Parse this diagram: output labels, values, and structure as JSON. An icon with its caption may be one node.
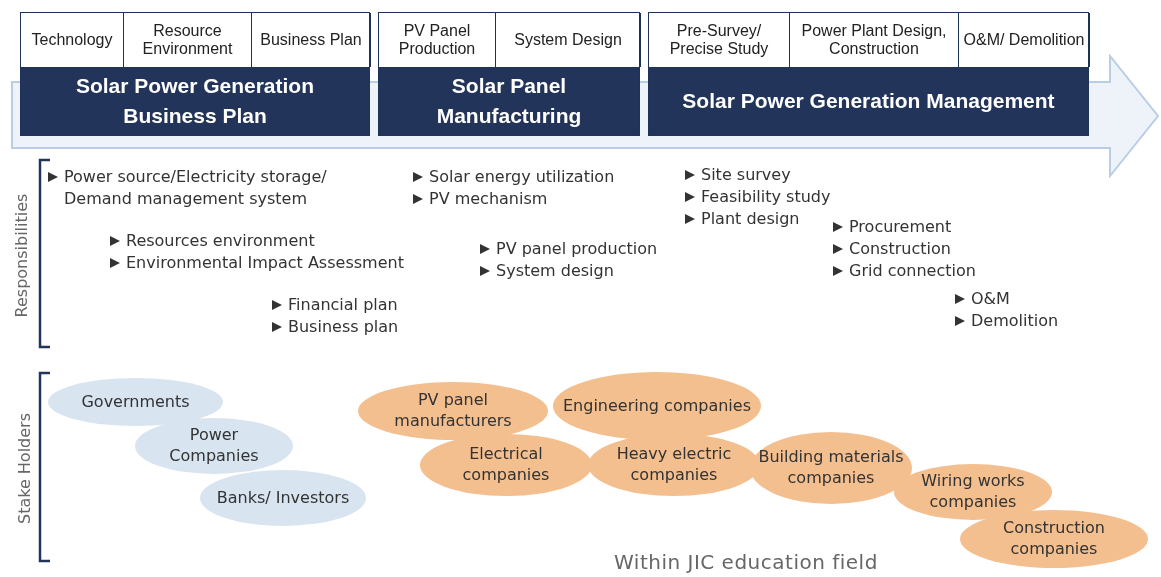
{
  "diagram": {
    "nodes": [
      {
        "text": [
          "Solar Power Generation Business Plan"
        ]
      },
      {
        "text": [
          "Technology"
        ],
        "in": 0
      },
      {
        "text": [
          "Resource Environment"
        ],
        "in": 0
      },
      {
        "text": [
          "Business Plan"
        ],
        "in": 0
      },
      {
        "text": [
          "Solar Panel Manufacturing"
        ]
      },
      {
        "text": [
          "PV Panel Production"
        ],
        "in": 4
      },
      {
        "text": [
          "System Design"
        ],
        "in": 4
      },
      {
        "text": [
          "Solar Power Generation Management"
        ]
      },
      {
        "text": [
          "Pre-Survey/ Precise Study"
        ],
        "in": 7
      },
      {
        "text": [
          "Power Plant Design, Construction"
        ],
        "in": 7
      },
      {
        "text": [
          "O&M/ Demolition"
        ],
        "in": 7
      },
      {
        "text": [
          "Governments"
        ]
      },
      {
        "text": [
          "Power Companies"
        ]
      },
      {
        "text": [
          "Banks/ Investors"
        ]
      },
      {
        "text": [
          "PV panel manufacturers"
        ]
      },
      {
        "text": [
          "Engineering companies"
        ]
      },
      {
        "text": [
          "Electrical companies"
        ]
      },
      {
        "text": [
          "Heavy electric companies"
        ]
      },
      {
        "text": [
          "Building materials companies"
        ]
      },
      {
        "text": [
          "Wiring works companies"
        ]
      },
      {
        "text": [
          "Construction companies"
        ]
      }
    ],
    "labels": [
      "Responsibilities",
      "Power source/Electricity storage/ Demand management system",
      "Resources environment",
      "Environmental Impact Assessment",
      "Financial plan",
      "Business plan",
      "Solar energy utilization",
      "PV mechanism",
      "PV panel production",
      "System design",
      "Site survey",
      "Feasibility study",
      "Plant design",
      "Procurement",
      "Construction",
      "Grid connection",
      "O&M",
      "Demolition",
      "Stake Holders",
      "Within JIC education field"
    ]
  }
}
